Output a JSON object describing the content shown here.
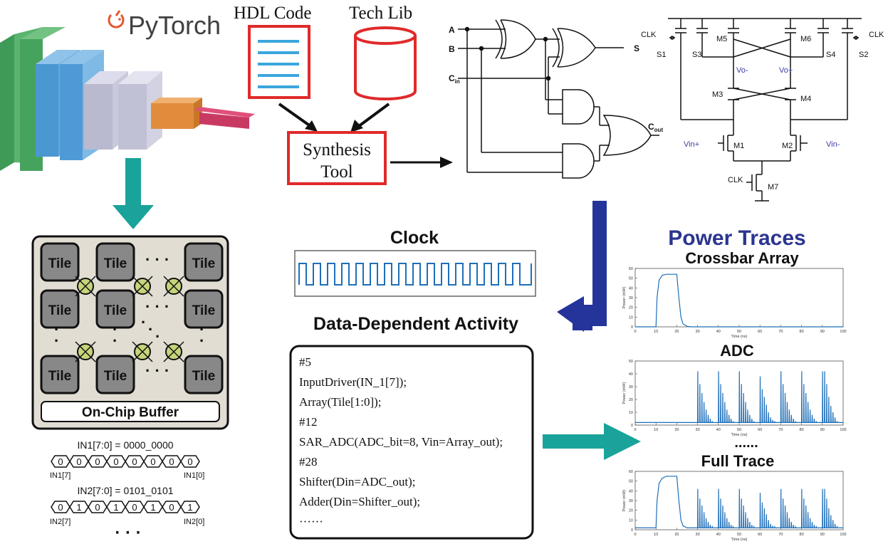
{
  "pytorch": {
    "logo_text": "PyTorch"
  },
  "synthesis": {
    "hdl_label": "HDL Code",
    "techlib_label": "Tech Lib",
    "tool_line1": "Synthesis",
    "tool_line2": "Tool"
  },
  "gates": {
    "a": "A",
    "b": "B",
    "cin_main": "C",
    "cin_sub": "in",
    "s": "S",
    "cout_main": "C",
    "cout_sub": "out"
  },
  "transistors": {
    "clk_left": "CLK",
    "clk_right": "CLK",
    "clk_bottom": "CLK",
    "s1": "S1",
    "s3": "S3",
    "m5": "M5",
    "m6": "M6",
    "s4": "S4",
    "s2": "S2",
    "vo_minus": "Vo-",
    "vo_plus": "Vo+",
    "m3": "M3",
    "m4": "M4",
    "vin_plus": "Vin+",
    "m1": "M1",
    "m2": "M2",
    "vin_minus": "Vin-",
    "m7": "M7"
  },
  "chip": {
    "tile_label": "Tile",
    "buffer_label": "On-Chip Buffer"
  },
  "inputs": {
    "in1_label": "IN1[7:0] = 0000_0000",
    "in1_bits": [
      "0",
      "0",
      "0",
      "0",
      "0",
      "0",
      "0",
      "0"
    ],
    "in1_left": "IN1[7]",
    "in1_right": "IN1[0]",
    "in2_label": "IN2[7:0] = 0101_0101",
    "in2_bits": [
      "0",
      "1",
      "0",
      "1",
      "0",
      "1",
      "0",
      "1"
    ],
    "in2_left": "IN2[7]",
    "in2_right": "IN2[0]",
    "more": "· · ·"
  },
  "clock": {
    "title": "Clock"
  },
  "activity": {
    "title": "Data-Dependent Activity",
    "code_lines": [
      "#5",
      "InputDriver(IN_1[7]);",
      "Array(Tile[1:0]);",
      "#12",
      "SAR_ADC(ADC_bit=8, Vin=Array_out);",
      "#28",
      "Shifter(Din=ADC_out);",
      "Adder(Din=Shifter_out);",
      "······"
    ]
  },
  "power": {
    "title": "Power Traces",
    "crossbar_title": "Crossbar Array",
    "adc_title": "ADC",
    "dots": "......",
    "full_title": "Full Trace",
    "ylabel": "Power (mW)",
    "xlabel": "Time (ns)"
  },
  "chart_data": [
    {
      "type": "line",
      "title": "Crossbar Array",
      "xlabel": "Time (ns)",
      "ylabel": "Power (mW)",
      "xlim": [
        0,
        100
      ],
      "ylim": [
        0,
        60
      ],
      "x_ticks": [
        0,
        10,
        20,
        30,
        40,
        50,
        60,
        70,
        80,
        90,
        100
      ],
      "y_ticks": [
        0,
        10,
        20,
        30,
        40,
        50,
        60
      ],
      "series": [
        {
          "x": [
            0,
            10,
            10.5,
            11.5,
            13,
            15,
            17,
            19,
            20,
            21,
            22,
            23,
            25,
            27,
            100
          ],
          "y": [
            0,
            0,
            30,
            48,
            53,
            54,
            54,
            54,
            54,
            30,
            10,
            3,
            0.5,
            0,
            0
          ]
        }
      ]
    },
    {
      "type": "line",
      "title": "ADC",
      "xlabel": "Time (ns)",
      "ylabel": "Power (mW)",
      "xlim": [
        0,
        100
      ],
      "ylim": [
        0,
        50
      ],
      "x_ticks": [
        0,
        10,
        20,
        30,
        40,
        50,
        60,
        70,
        80,
        90,
        100
      ],
      "y_ticks": [
        0,
        10,
        20,
        30,
        40,
        50
      ],
      "baseline": 2,
      "spikes": [
        [
          30,
          42
        ],
        [
          31,
          32
        ],
        [
          32,
          25
        ],
        [
          33,
          18
        ],
        [
          34,
          12
        ],
        [
          35,
          8
        ],
        [
          36,
          5
        ],
        [
          37,
          3
        ],
        [
          40,
          42
        ],
        [
          41,
          32
        ],
        [
          42,
          25
        ],
        [
          43,
          18
        ],
        [
          44,
          12
        ],
        [
          45,
          8
        ],
        [
          46,
          5
        ],
        [
          47,
          3
        ],
        [
          50,
          42
        ],
        [
          51,
          32
        ],
        [
          52,
          25
        ],
        [
          53,
          18
        ],
        [
          54,
          12
        ],
        [
          55,
          8
        ],
        [
          56,
          5
        ],
        [
          57,
          3
        ],
        [
          60,
          38
        ],
        [
          61,
          28
        ],
        [
          62,
          22
        ],
        [
          63,
          16
        ],
        [
          64,
          10
        ],
        [
          65,
          6
        ],
        [
          66,
          4
        ],
        [
          67,
          3
        ],
        [
          70,
          42
        ],
        [
          71,
          32
        ],
        [
          72,
          25
        ],
        [
          73,
          18
        ],
        [
          74,
          12
        ],
        [
          75,
          8
        ],
        [
          76,
          5
        ],
        [
          77,
          3
        ],
        [
          80,
          42
        ],
        [
          81,
          32
        ],
        [
          82,
          25
        ],
        [
          83,
          18
        ],
        [
          84,
          12
        ],
        [
          85,
          8
        ],
        [
          86,
          5
        ],
        [
          87,
          3
        ],
        [
          90,
          42
        ],
        [
          91,
          42
        ],
        [
          92,
          32
        ],
        [
          93,
          22
        ],
        [
          94,
          15
        ],
        [
          95,
          10
        ],
        [
          96,
          6
        ],
        [
          97,
          3
        ]
      ]
    },
    {
      "type": "line",
      "title": "Full Trace",
      "xlabel": "Time (ns)",
      "ylabel": "Power (mW)",
      "xlim": [
        0,
        100
      ],
      "ylim": [
        0,
        60
      ],
      "x_ticks": [
        0,
        10,
        20,
        30,
        40,
        50,
        60,
        70,
        80,
        90,
        100
      ],
      "y_ticks": [
        0,
        10,
        20,
        30,
        40,
        50,
        60
      ],
      "baseline": 2,
      "plateau": [
        [
          0,
          2
        ],
        [
          10,
          2
        ],
        [
          10.5,
          30
        ],
        [
          11.5,
          48
        ],
        [
          13,
          53
        ],
        [
          15,
          55
        ],
        [
          17,
          55
        ],
        [
          19,
          55
        ],
        [
          20,
          55
        ],
        [
          21,
          30
        ],
        [
          22,
          10
        ],
        [
          23,
          4
        ],
        [
          25,
          2
        ]
      ],
      "spikes": [
        [
          30,
          42
        ],
        [
          31,
          32
        ],
        [
          32,
          25
        ],
        [
          33,
          18
        ],
        [
          34,
          12
        ],
        [
          35,
          8
        ],
        [
          36,
          5
        ],
        [
          37,
          3
        ],
        [
          40,
          42
        ],
        [
          41,
          32
        ],
        [
          42,
          25
        ],
        [
          43,
          18
        ],
        [
          44,
          12
        ],
        [
          45,
          8
        ],
        [
          46,
          5
        ],
        [
          47,
          3
        ],
        [
          50,
          42
        ],
        [
          51,
          32
        ],
        [
          52,
          25
        ],
        [
          53,
          18
        ],
        [
          54,
          12
        ],
        [
          55,
          8
        ],
        [
          56,
          5
        ],
        [
          57,
          3
        ],
        [
          60,
          38
        ],
        [
          61,
          28
        ],
        [
          62,
          22
        ],
        [
          63,
          16
        ],
        [
          64,
          10
        ],
        [
          65,
          6
        ],
        [
          66,
          4
        ],
        [
          67,
          3
        ],
        [
          70,
          42
        ],
        [
          71,
          32
        ],
        [
          72,
          25
        ],
        [
          73,
          18
        ],
        [
          74,
          12
        ],
        [
          75,
          8
        ],
        [
          76,
          5
        ],
        [
          77,
          3
        ],
        [
          80,
          42
        ],
        [
          81,
          32
        ],
        [
          82,
          25
        ],
        [
          83,
          18
        ],
        [
          84,
          12
        ],
        [
          85,
          8
        ],
        [
          86,
          5
        ],
        [
          87,
          3
        ],
        [
          90,
          42
        ],
        [
          91,
          42
        ],
        [
          92,
          32
        ],
        [
          93,
          22
        ],
        [
          94,
          15
        ],
        [
          95,
          10
        ],
        [
          96,
          6
        ],
        [
          97,
          3
        ]
      ]
    }
  ],
  "colors": {
    "teal_arrow": "#1aa39a",
    "navy_arrow": "#24349a",
    "red_box": "#e02a2a",
    "plot_blue": "#1f6fb8",
    "title_blue": "#2b3590",
    "chip_bg": "#e2ddd3",
    "tile_fill": "#888888",
    "router": "#c6d47a",
    "clock": "#1f6fb8",
    "vin_blue": "#3b3da6"
  }
}
